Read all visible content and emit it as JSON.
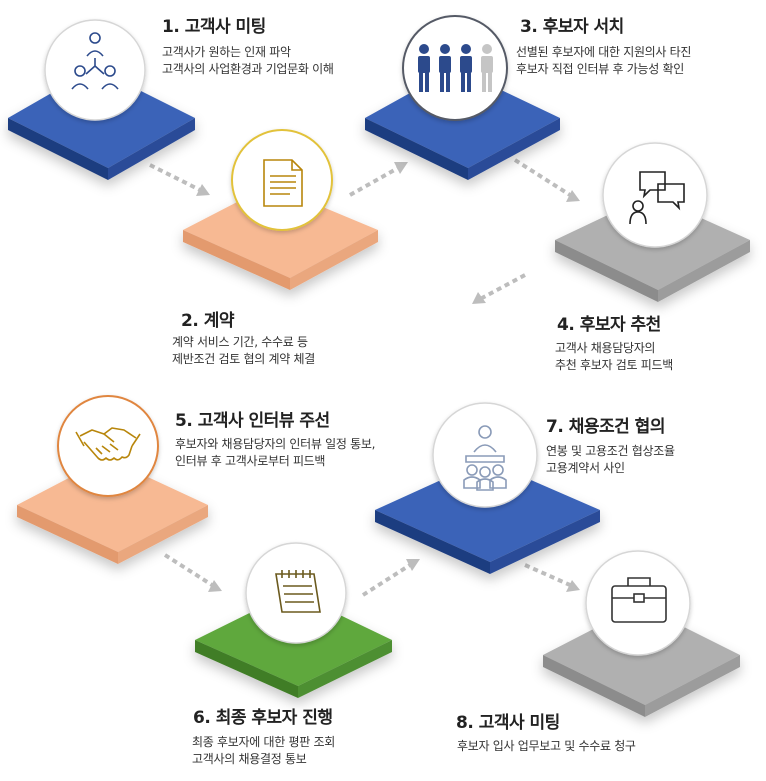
{
  "steps": [
    {
      "title": "1. 고객사 미팅",
      "line1": "고객사가 원하는 인재 파악",
      "line2": "고객사의 사업환경과 기업문화 이해",
      "icon": "people-network-icon",
      "color": "#3b63b8"
    },
    {
      "title": "2. 계약",
      "line1": "계약 서비스 기간, 수수료 등",
      "line2": "제반조건 검토 협의 계약 체결",
      "icon": "document-icon",
      "color": "#f7b993"
    },
    {
      "title": "3. 후보자 서치",
      "line1": "선별된 후보자에 대한 지원의사 타진",
      "line2": "후보자 직접 인터뷰 후 가능성 확인",
      "icon": "candidates-icon",
      "color": "#3b63b8"
    },
    {
      "title": "4. 후보자 추천",
      "line1": "고객사 채용담당자의",
      "line2": "추천 후보자 검토 피드백",
      "icon": "chat-bubbles-icon",
      "color": "#b0b0b0"
    },
    {
      "title": "5. 고객사 인터뷰 주선",
      "line1": "후보자와 채용담당자의 인터뷰 일정 통보,",
      "line2": "인터뷰 후 고객사로부터 피드백",
      "icon": "handshake-icon",
      "color": "#f7b993"
    },
    {
      "title": "6. 최종 후보자 진행",
      "line1": "최종 후보자에 대한 평판 조회",
      "line2": "고객사의 채용결정 통보",
      "icon": "notepad-icon",
      "color": "#5fa83e"
    },
    {
      "title": "7. 채용조건 협의",
      "line1": "연봉 및 고용조건 협상조율",
      "line2": "고용계약서 사인",
      "icon": "group-meeting-icon",
      "color": "#3b63b8"
    },
    {
      "title": "8. 고객사 미팅",
      "line1": "후보자 입사 업무보고 및 수수료 청구",
      "line2": "",
      "icon": "briefcase-icon",
      "color": "#b0b0b0"
    }
  ]
}
